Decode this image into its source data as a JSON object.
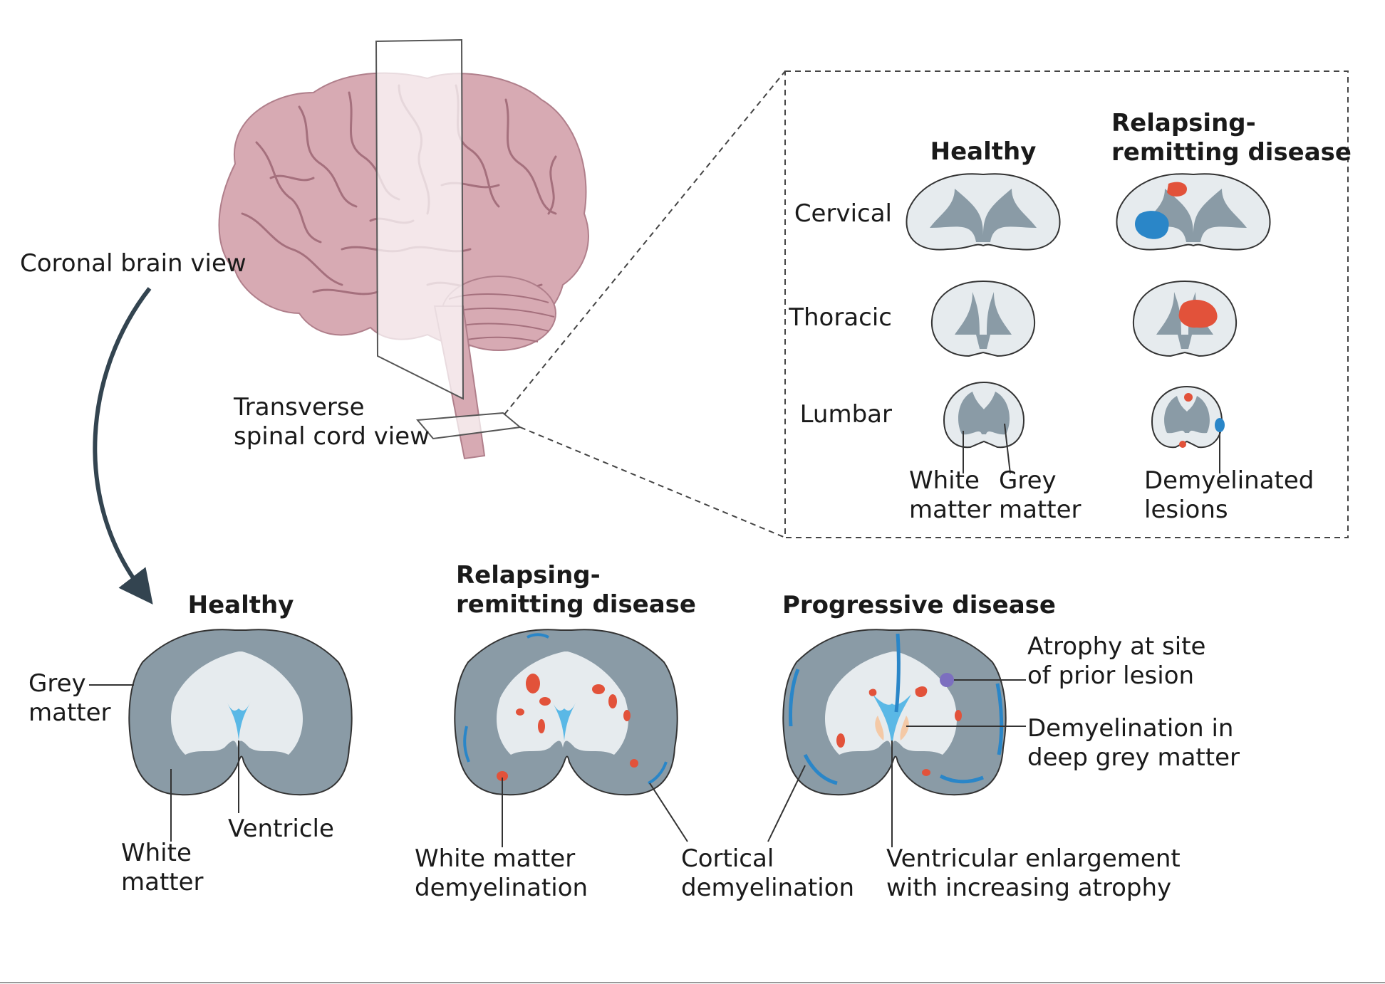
{
  "top": {
    "coronal_view_label": "Coronal brain view",
    "transverse_view_label": [
      "Transverse",
      "spinal cord view"
    ]
  },
  "spinal_cord_inset": {
    "column_headings": {
      "healthy": "Healthy",
      "relapsing": [
        "Relapsing-",
        "remitting disease"
      ]
    },
    "levels": [
      "Cervical",
      "Thoracic",
      "Lumbar"
    ],
    "annotations": {
      "white_matter": [
        "White",
        "matter"
      ],
      "grey_matter": [
        "Grey",
        "matter"
      ],
      "demyelinated_lesions": [
        "Demyelinated",
        "lesions"
      ]
    }
  },
  "coronal_sections": {
    "headings": {
      "healthy": "Healthy",
      "relapsing": [
        "Relapsing-",
        "remitting disease"
      ],
      "progressive": "Progressive disease"
    },
    "healthy_labels": {
      "grey_matter": [
        "Grey",
        "matter"
      ],
      "white_matter": [
        "White",
        "matter"
      ],
      "ventricle": "Ventricle"
    },
    "relapsing_labels": {
      "white_matter_demyelination": [
        "White matter",
        "demyelination"
      ],
      "cortical_demyelination": [
        "Cortical",
        "demyelination"
      ]
    },
    "progressive_labels": {
      "atrophy": [
        "Atrophy at site",
        "of prior lesion"
      ],
      "deep_grey": [
        "Demyelination in",
        "deep grey matter"
      ],
      "ventricular": [
        "Ventricular enlargement",
        "with increasing atrophy"
      ]
    }
  },
  "colors": {
    "brain_pink": "#d7aab3",
    "grey_matter": "#8a9ba6",
    "white_matter": "#e6ebee",
    "ventricle_blue": "#5ab8e6",
    "lesion_red": "#e2523a",
    "lesion_blue": "#2a86c8",
    "arrow": "#334450"
  }
}
